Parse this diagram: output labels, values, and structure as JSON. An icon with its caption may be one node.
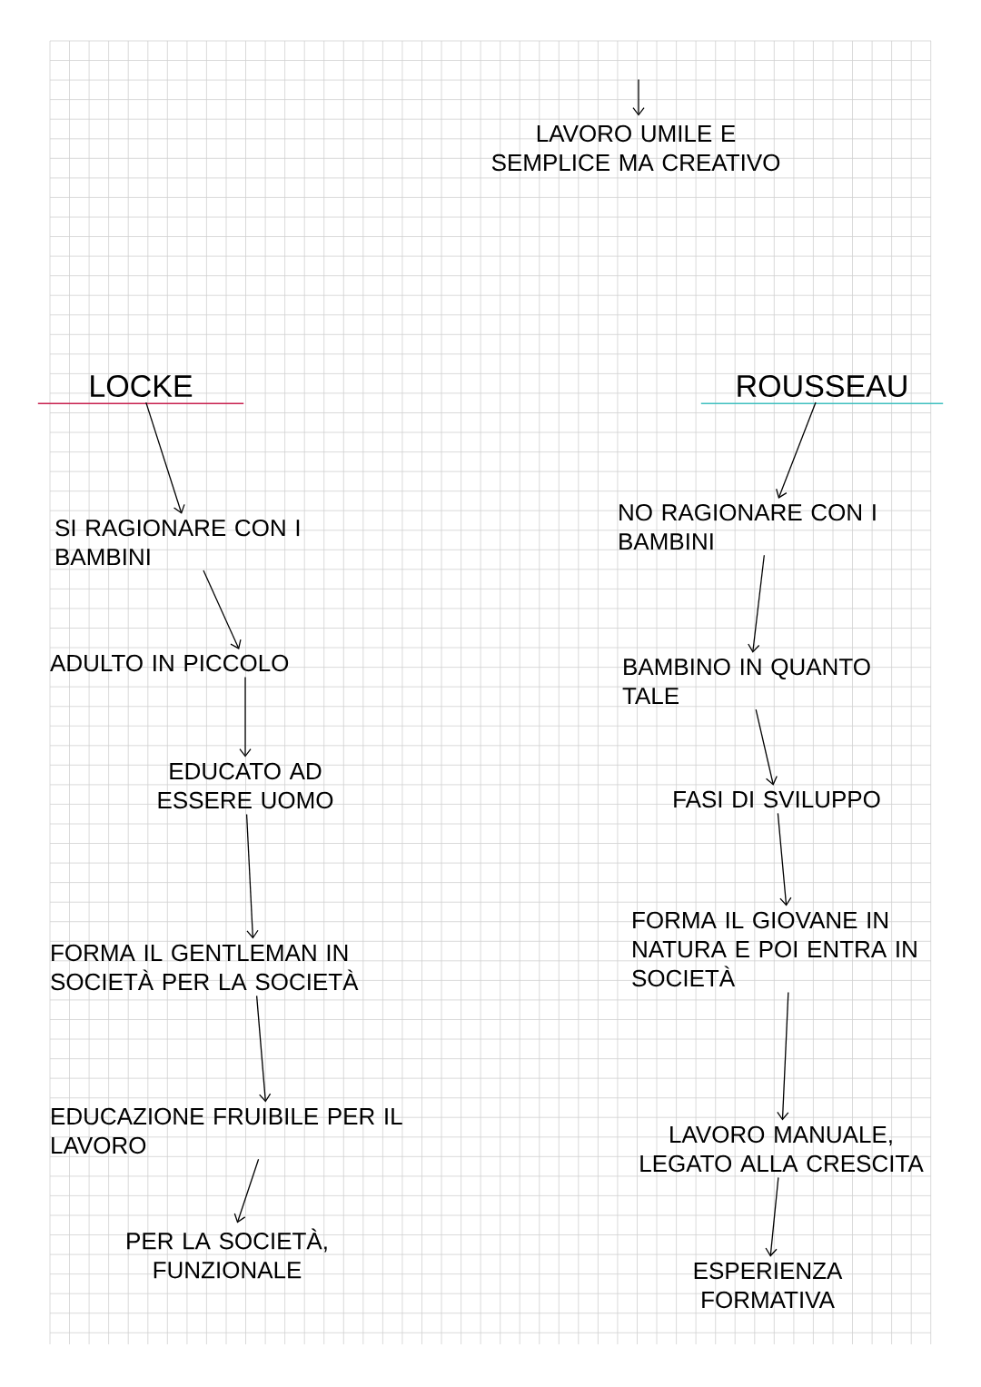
{
  "diagram": {
    "nodes": [
      {
        "text": [
          "LAVORO UMILE E SEMPLICE MA CREATIVO"
        ]
      },
      {
        "text": [
          "LOCKE"
        ]
      },
      {
        "text": [
          "SI RAGIONARE CON I BAMBINI"
        ]
      },
      {
        "text": [
          "ADULTO IN PICCOLO"
        ]
      },
      {
        "text": [
          "EDUCATO AD ESSERE UOMO"
        ]
      },
      {
        "text": [
          "FORMA IL GENTLEMAN IN SOCIETÀ PER LA SOCIETÀ"
        ]
      },
      {
        "text": [
          "EDUCAZIONE FRUIBILE PER IL LAVORO"
        ]
      },
      {
        "text": [
          "PER LA SOCIETÀ, FUNZIONALE"
        ]
      },
      {
        "text": [
          "ROUSSEAU"
        ]
      },
      {
        "text": [
          "NO RAGIONARE CON I BAMBINI"
        ]
      },
      {
        "text": [
          "BAMBINO IN QUANTO TALE"
        ]
      },
      {
        "text": [
          "FASI DI SVILUPPO"
        ]
      },
      {
        "text": [
          "FORMA IL GIOVANE IN NATURA E POI ENTRA IN SOCIETÀ"
        ]
      },
      {
        "text": [
          "LAVORO MANUALE, LEGATO ALLA CRESCITA"
        ]
      },
      {
        "text": [
          "ESPERIENZA FORMATIVA"
        ]
      }
    ],
    "edges": [
      {
        "from": null,
        "to": 0,
        "arrow": "to"
      },
      {
        "from": 1,
        "to": 2,
        "arrow": "to"
      },
      {
        "from": 2,
        "to": 3,
        "arrow": "to"
      },
      {
        "from": 3,
        "to": 4,
        "arrow": "to"
      },
      {
        "from": 4,
        "to": 5,
        "arrow": "to"
      },
      {
        "from": 5,
        "to": 6,
        "arrow": "to"
      },
      {
        "from": 6,
        "to": 7,
        "arrow": "to"
      },
      {
        "from": 8,
        "to": 9,
        "arrow": "to"
      },
      {
        "from": 9,
        "to": 10,
        "arrow": "to"
      },
      {
        "from": 10,
        "to": 11,
        "arrow": "to"
      },
      {
        "from": 11,
        "to": 12,
        "arrow": "to"
      },
      {
        "from": 12,
        "to": 13,
        "arrow": "to"
      },
      {
        "from": 13,
        "to": 14,
        "arrow": "to"
      }
    ]
  }
}
